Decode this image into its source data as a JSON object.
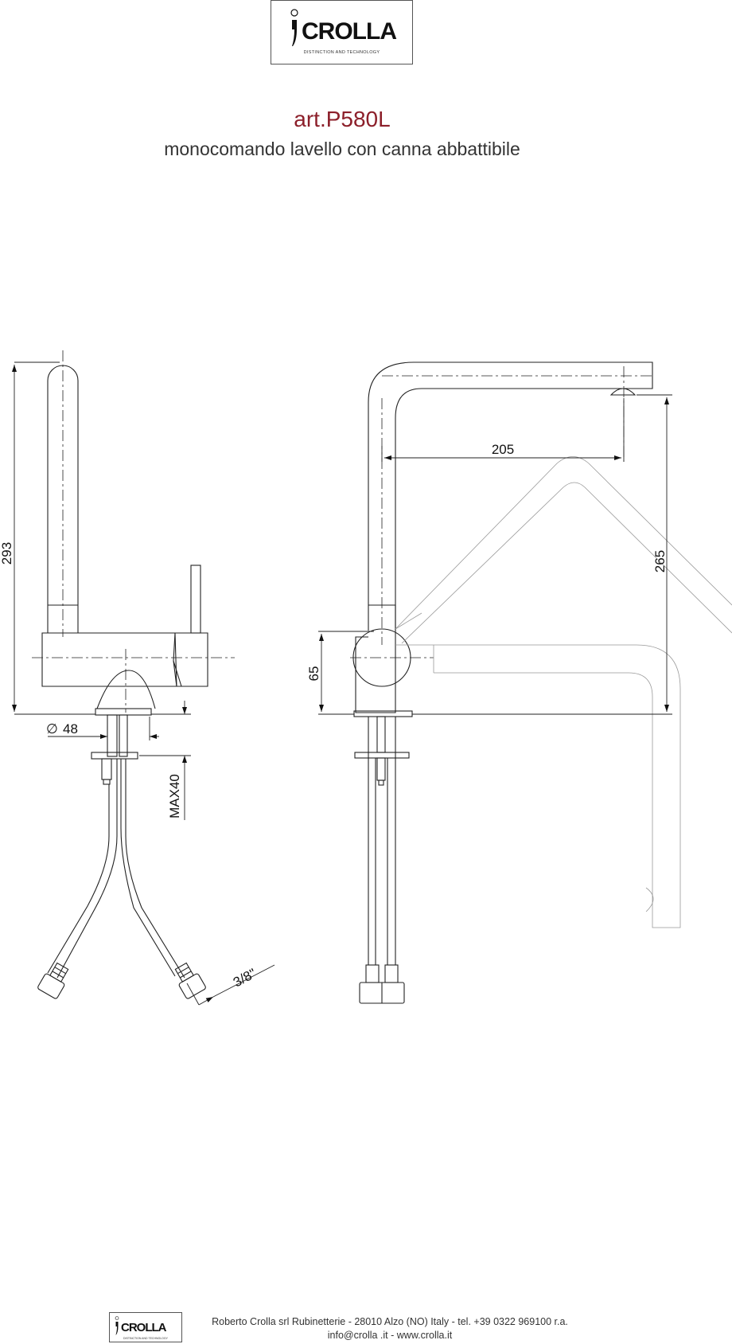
{
  "header": {
    "logo_text": "CROLLA",
    "logo_tagline": "DISTINCTION AND TECHNOLOGY",
    "article": "art.P580L",
    "description": "monocomando lavello con canna abbattibile"
  },
  "dimensions": {
    "height_total": "293",
    "diameter": "48",
    "max_deck": "MAX40",
    "thread": "3/8\"",
    "spout_reach": "205",
    "spout_height": "265",
    "body_height": "65",
    "diameter_symbol": "∅"
  },
  "footer": {
    "line1": "Roberto Crolla srl Rubinetterie  -  28010 Alzo (NO) Italy  - tel. +39 0322 969100 r.a.",
    "line2": "info@crolla .it  -  www.crolla.it",
    "logo_text": "CROLLA",
    "logo_tagline": "DISTINCTION AND TECHNOLOGY"
  }
}
